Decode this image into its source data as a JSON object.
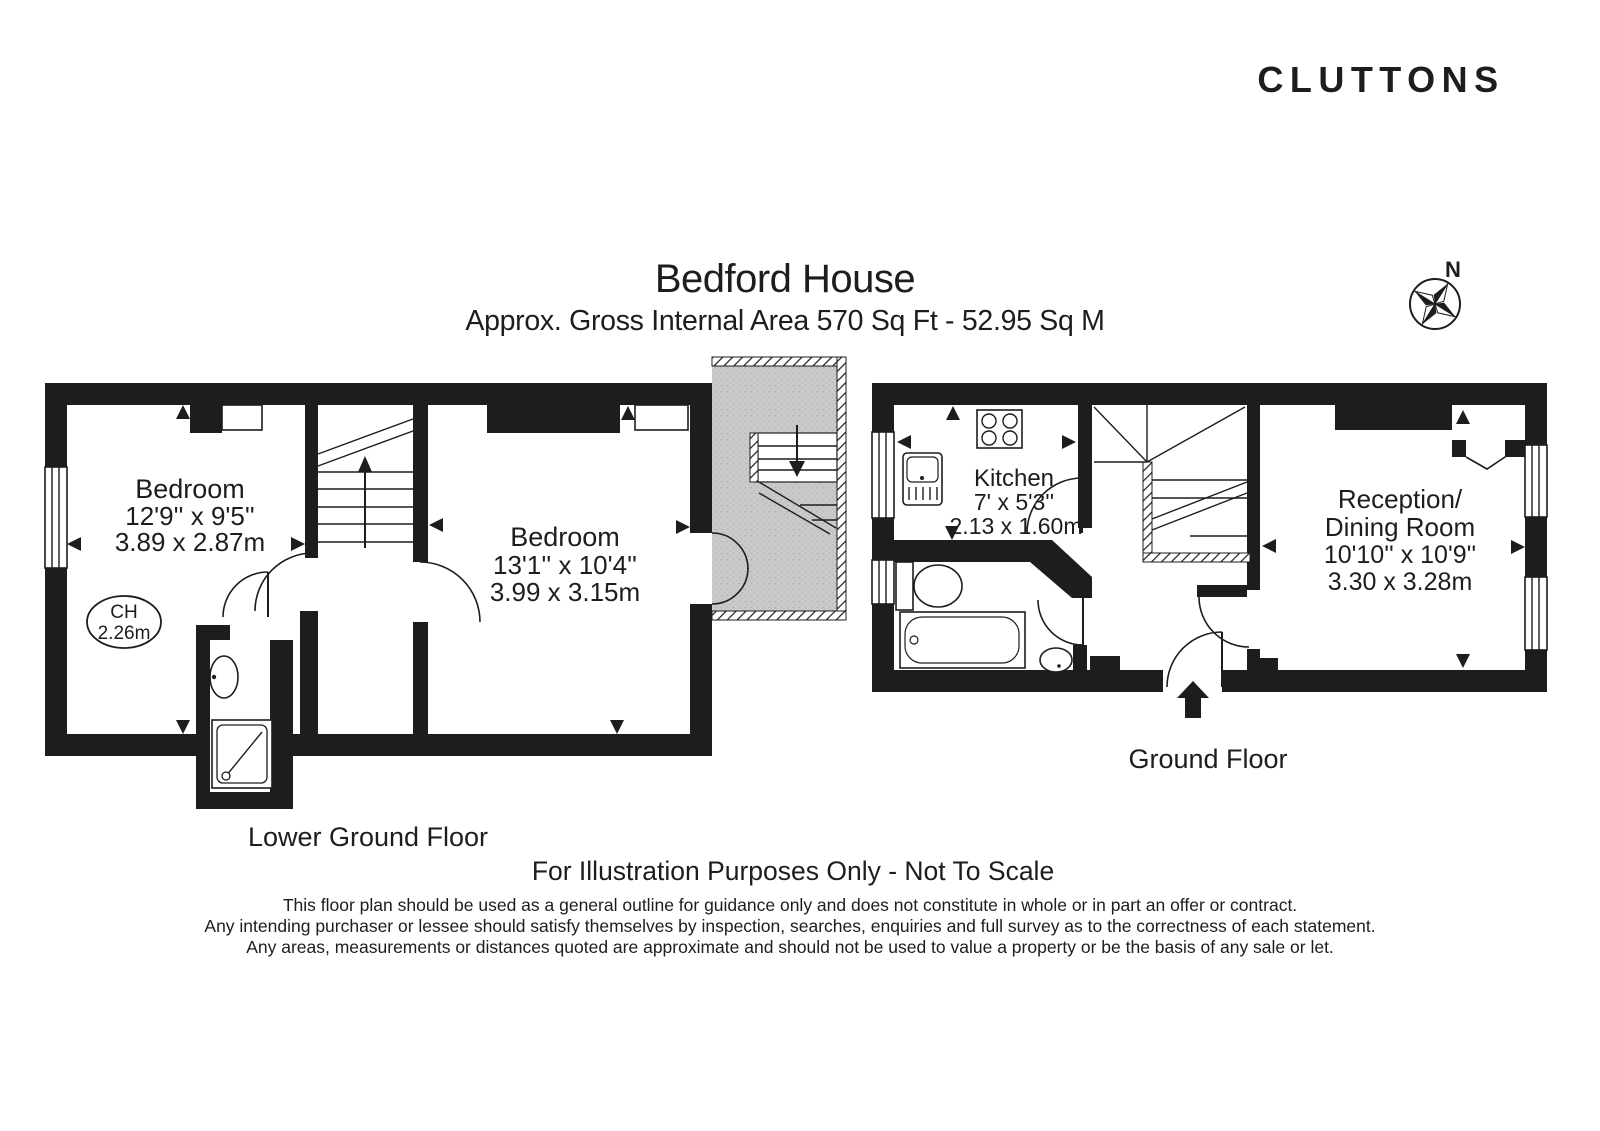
{
  "brand": {
    "logo": "CLUTTONS"
  },
  "header": {
    "title": "Bedford House",
    "subtitle": "Approx. Gross Internal Area 570 Sq Ft - 52.95 Sq M"
  },
  "compass": {
    "north_label": "N"
  },
  "floors": {
    "lower_ground": {
      "label": "Lower Ground Floor",
      "bedroom_1": {
        "name": "Bedroom",
        "size_imperial": "12'9'' x 9'5''",
        "size_metric": "3.89 x 2.87m"
      },
      "bedroom_2": {
        "name": "Bedroom",
        "size_imperial": "13'1'' x 10'4''",
        "size_metric": "3.99 x 3.15m"
      },
      "ceiling_height": {
        "label": "CH",
        "value": "2.26m"
      }
    },
    "ground": {
      "label": "Ground Floor",
      "kitchen": {
        "name": "Kitchen",
        "size_imperial": "7' x 5'3''",
        "size_metric": "2.13 x 1.60m"
      },
      "reception": {
        "name_line1": "Reception/",
        "name_line2": "Dining Room",
        "size_imperial": "10'10'' x 10'9''",
        "size_metric": "3.30 x 3.28m"
      }
    }
  },
  "footer": {
    "notice": "For Illustration Purposes Only - Not To Scale",
    "disclaimer": [
      "This floor plan should be used as a general outline for guidance only and does not constitute in whole or in part an offer or contract.",
      "Any intending purchaser or lessee should satisfy themselves by inspection, searches, enquiries and full survey as to the correctness of each statement.",
      "Any areas, measurements or distances quoted are approximate and should not be used to value a property or be the basis of any sale or let."
    ]
  },
  "colors": {
    "ink": "#1d1d1b",
    "exterior_fill": "#c9c9c9"
  }
}
